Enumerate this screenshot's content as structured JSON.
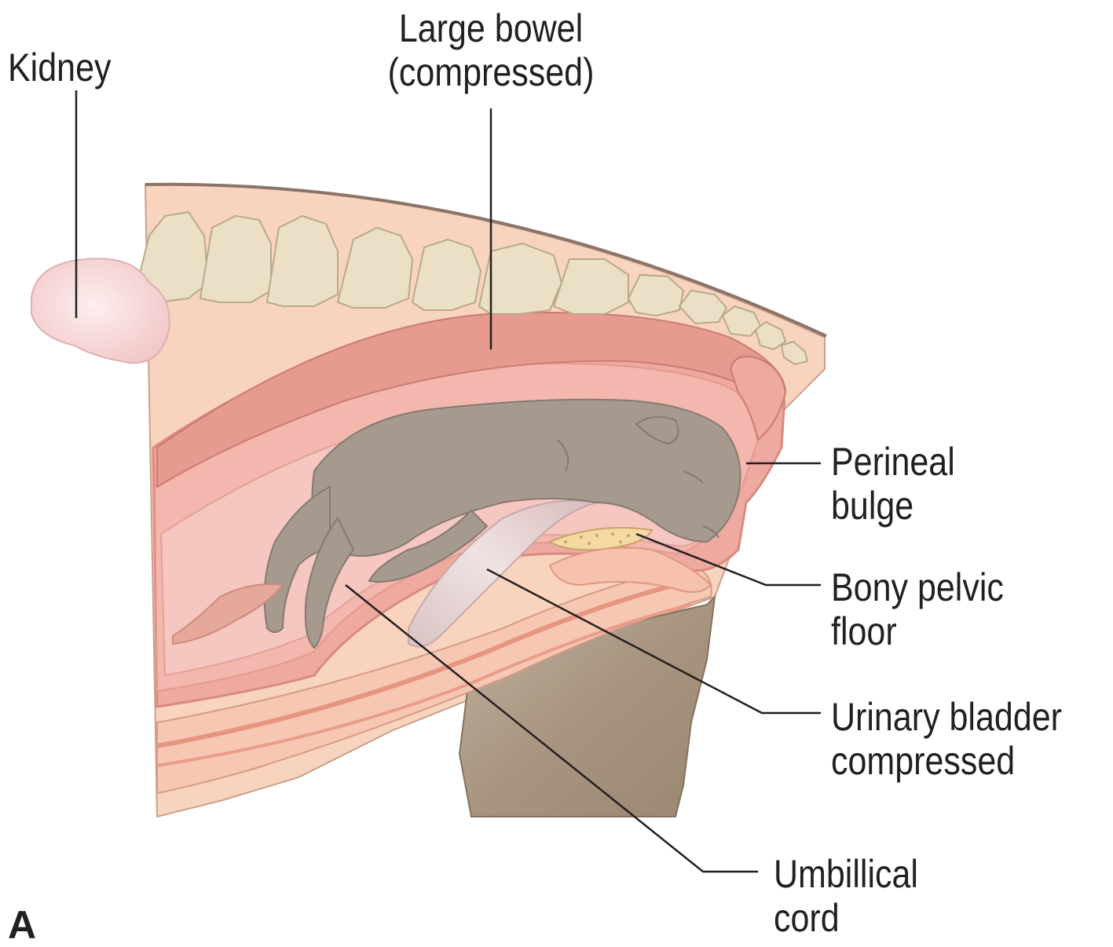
{
  "labels": {
    "kidney": {
      "lines": [
        "Kidney"
      ]
    },
    "large_bowel": {
      "lines": [
        "Large bowel",
        "(compressed)"
      ]
    },
    "perineal_bulge": {
      "lines": [
        "Perineal",
        "bulge"
      ]
    },
    "bony_pelvic_floor": {
      "lines": [
        "Bony pelvic",
        "floor"
      ]
    },
    "urinary_bladder": {
      "lines": [
        "Urinary bladder",
        "compressed"
      ]
    },
    "umbilical_cord": {
      "lines": [
        "Umbillical",
        "cord"
      ]
    }
  },
  "panel_letter": "A",
  "colors": {
    "skin": "#f8d4bf",
    "uterine_wall": "#eea9a0",
    "uterine_wall_dark": "#e3958c",
    "lumen": "#f4b8b2",
    "fetus": "#a69a8e",
    "bone": "#ebe0c5",
    "kidney": "#f8dcdc",
    "bladder": "#e8d0d0",
    "leg": "#a79580",
    "leader_line": "#231f20"
  }
}
